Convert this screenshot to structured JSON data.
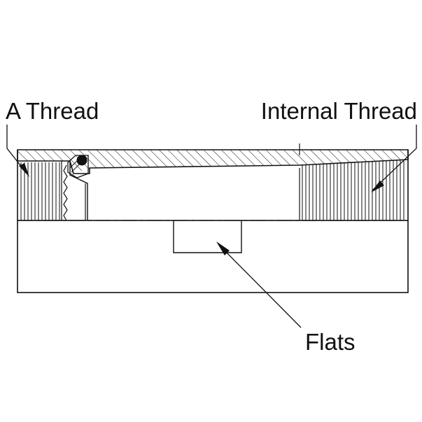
{
  "labels": {
    "a_thread": "A Thread",
    "internal_thread": "Internal Thread",
    "flats": "Flats"
  },
  "colors": {
    "line": "#111111",
    "background": "#ffffff"
  }
}
